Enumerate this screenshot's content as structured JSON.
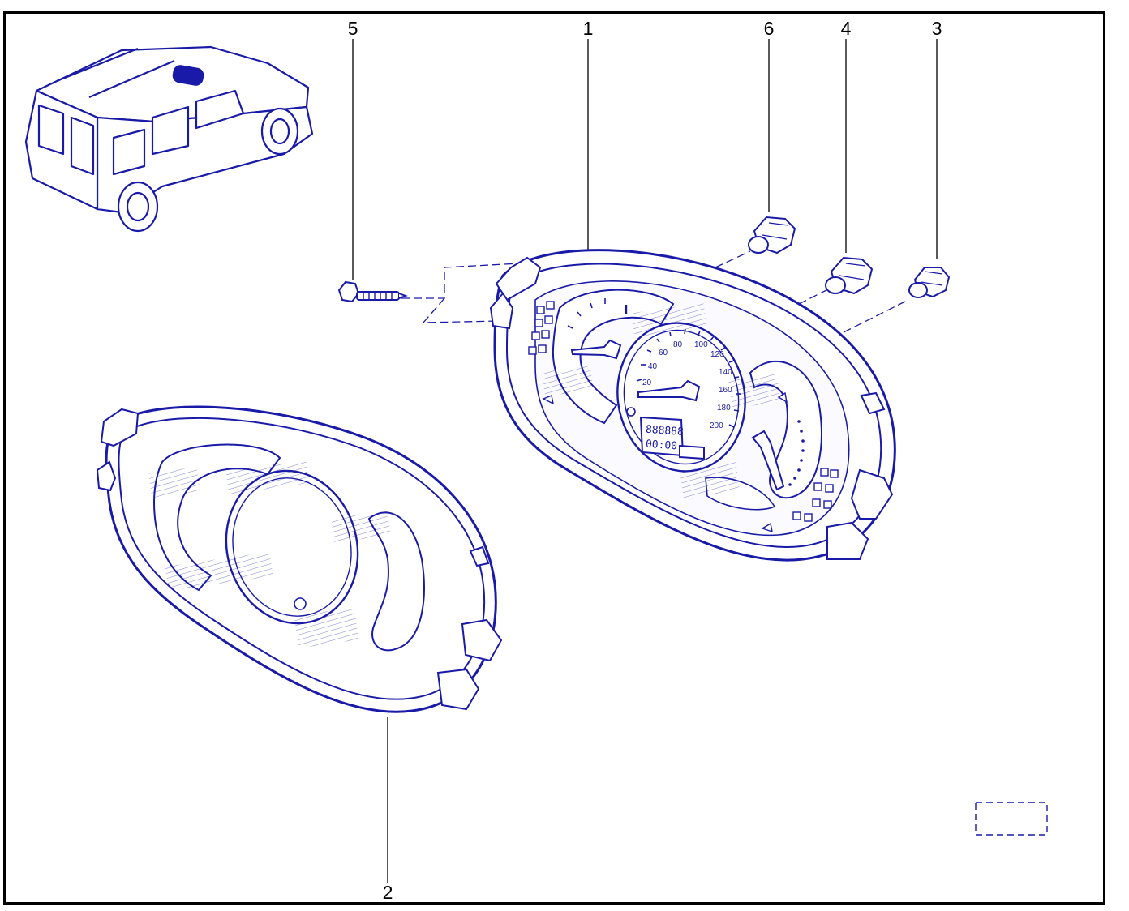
{
  "callouts": {
    "part_1": "1",
    "part_2": "2",
    "part_3": "3",
    "part_4": "4",
    "part_5": "5",
    "part_6": "6"
  },
  "speedometer": {
    "scale": [
      "20",
      "40",
      "60",
      "80",
      "100",
      "120",
      "140",
      "160",
      "180",
      "200"
    ],
    "odometer_top": "888888",
    "odometer_bottom": "00:00"
  },
  "colors": {
    "line": "#1a1aa8",
    "fill_light": "#e9ebf8",
    "frame": "#000000"
  },
  "icons": [
    "vehicle-locator-icon",
    "screw-icon",
    "bulb-holder-icon",
    "instrument-cluster-icon",
    "cluster-glass-icon"
  ]
}
